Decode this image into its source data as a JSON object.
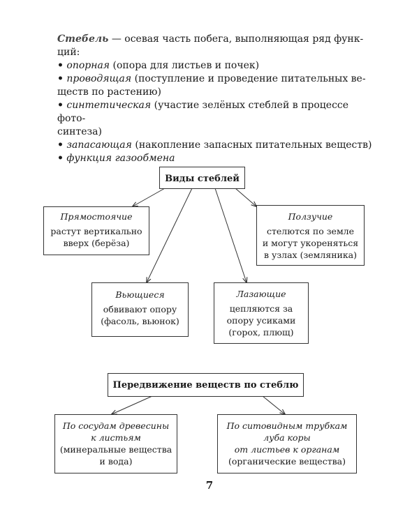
{
  "intro": {
    "term": "Стебель",
    "definition_line1": " — осевая часть побега, выполняющая ряд функ-",
    "definition_line2": "ций:",
    "functions": [
      {
        "name": "опорная",
        "desc_lines": [
          " (опора для листьев и почек)"
        ]
      },
      {
        "name": "проводящая",
        "desc_lines": [
          " (поступление и проведение питательных ве-",
          "ществ по растению)"
        ]
      },
      {
        "name": "синтетическая",
        "desc_lines": [
          " (участие зелёных стеблей в процессе фото-",
          "синтеза)"
        ]
      },
      {
        "name": "запасающая",
        "desc_lines": [
          " (накопление запасных питательных веществ)"
        ]
      },
      {
        "name": "функция газообмена",
        "desc_lines": []
      }
    ]
  },
  "stems_diagram": {
    "header": "Виды стеблей",
    "types": [
      {
        "title": "Прямостоячие",
        "line1": "растут вертикально",
        "line2": "вверх (берёза)",
        "line3": ""
      },
      {
        "title": "Вьющиеся",
        "line1": "обвивают опору",
        "line2": "(фасоль, вьюнок)",
        "line3": ""
      },
      {
        "title": "Лазающие",
        "line1": "цепляются за",
        "line2": "опору усиками",
        "line3": "(горох, плющ)"
      },
      {
        "title": "Ползучие",
        "line1": "стелются по земле",
        "line2": "и могут укореняться",
        "line3": "в узлах (земляника)"
      }
    ]
  },
  "transport_diagram": {
    "header": "Передвижение веществ по стеблю",
    "left": {
      "t1": "По сосудам древесины",
      "t2": "к листьям",
      "d1": "(минеральные вещества",
      "d2": "и вода)"
    },
    "right": {
      "t1": "По ситовидным трубкам",
      "t2": "луба коры",
      "t3": "от листьев к органам",
      "d1": "(органические вещества)"
    }
  },
  "page_number": "7"
}
